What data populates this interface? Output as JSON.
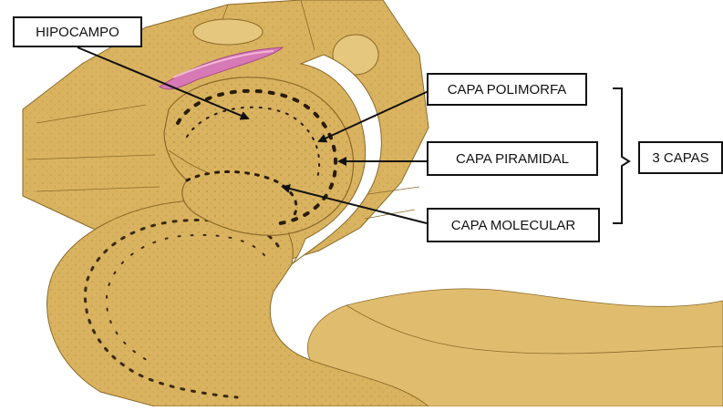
{
  "labels": {
    "hippocampus": "HIPOCAMPO",
    "polymorphic_layer": "CAPA POLIMORFA",
    "pyramidal_layer": "CAPA PIRAMIDAL",
    "molecular_layer": "CAPA MOLECULAR",
    "group": "3 CAPAS"
  },
  "colors": {
    "tissue": "#d9b35f",
    "tissue_light": "#e6c77e",
    "tissue_shadow": "#c29a45",
    "outline": "#8a6a2a",
    "stripe_pink": "#d779b4",
    "arrow": "#111111"
  }
}
